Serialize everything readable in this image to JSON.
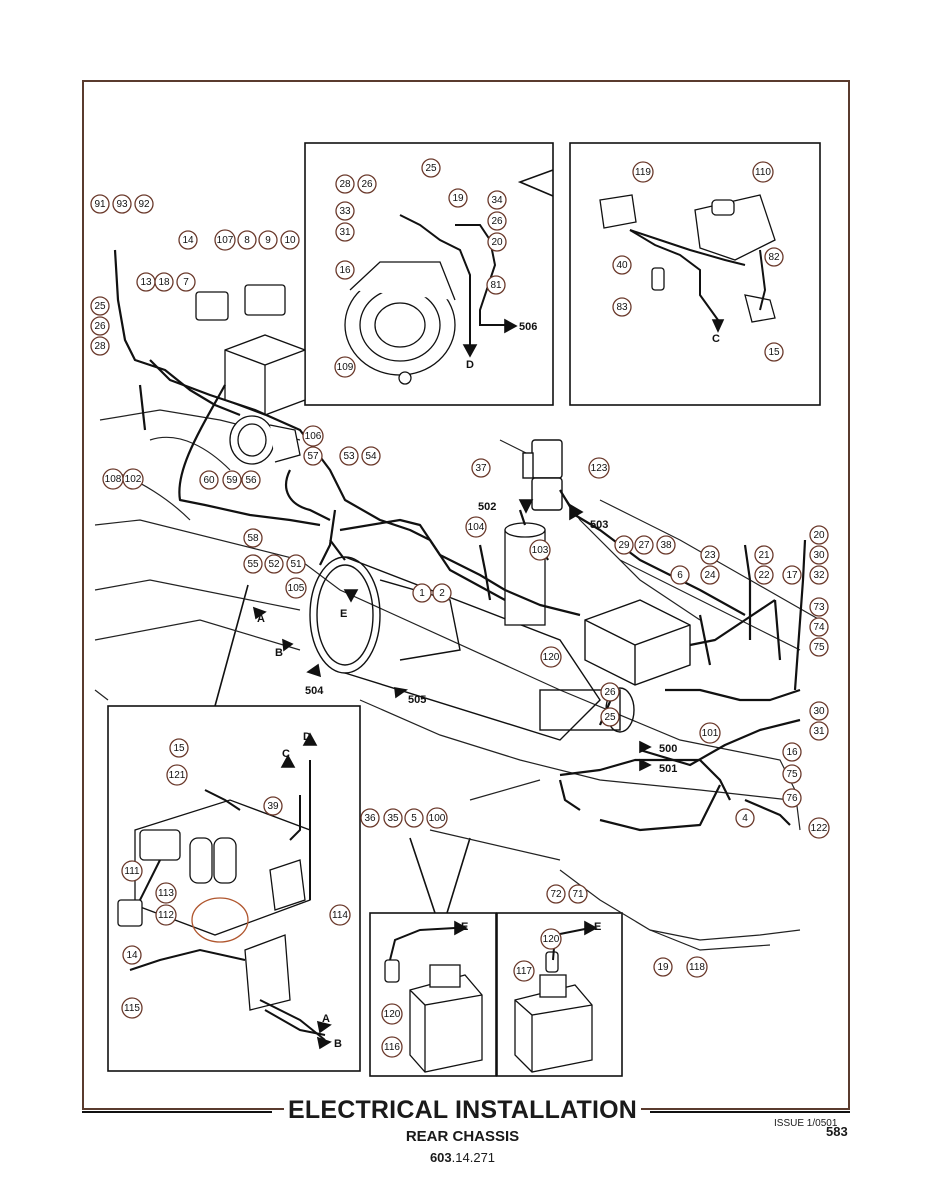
{
  "title": "ELECTRICAL INSTALLATION",
  "subtitle": "REAR CHASSIS",
  "ref_bold": "603",
  "ref_rest": ".14.271",
  "issue": "ISSUE 1/0501",
  "page_number": "583",
  "colors": {
    "frame": "#5a3b2e",
    "callout_ring": "#6b3a2c",
    "line": "#111111"
  },
  "callouts": [
    {
      "label": "25"
    },
    {
      "label": "28"
    },
    {
      "label": "26"
    },
    {
      "label": "19"
    },
    {
      "label": "34"
    },
    {
      "label": "33"
    },
    {
      "label": "26"
    },
    {
      "label": "31"
    },
    {
      "label": "20"
    },
    {
      "label": "16"
    },
    {
      "label": "81"
    },
    {
      "label": "109"
    },
    {
      "label": "119"
    },
    {
      "label": "110"
    },
    {
      "label": "40"
    },
    {
      "label": "82"
    },
    {
      "label": "83"
    },
    {
      "label": "15"
    },
    {
      "label": "91"
    },
    {
      "label": "93"
    },
    {
      "label": "92"
    },
    {
      "label": "14"
    },
    {
      "label": "107"
    },
    {
      "label": "8"
    },
    {
      "label": "9"
    },
    {
      "label": "10"
    },
    {
      "label": "13"
    },
    {
      "label": "18"
    },
    {
      "label": "7"
    },
    {
      "label": "25"
    },
    {
      "label": "26"
    },
    {
      "label": "28"
    },
    {
      "label": "106"
    },
    {
      "label": "57"
    },
    {
      "label": "53"
    },
    {
      "label": "54"
    },
    {
      "label": "60"
    },
    {
      "label": "59"
    },
    {
      "label": "56"
    },
    {
      "label": "108"
    },
    {
      "label": "102"
    },
    {
      "label": "58"
    },
    {
      "label": "55"
    },
    {
      "label": "52"
    },
    {
      "label": "51"
    },
    {
      "label": "105"
    },
    {
      "label": "37"
    },
    {
      "label": "123"
    },
    {
      "label": "104"
    },
    {
      "label": "103"
    },
    {
      "label": "29"
    },
    {
      "label": "27"
    },
    {
      "label": "38"
    },
    {
      "label": "1"
    },
    {
      "label": "2"
    },
    {
      "label": "6"
    },
    {
      "label": "23"
    },
    {
      "label": "24"
    },
    {
      "label": "21"
    },
    {
      "label": "22"
    },
    {
      "label": "17"
    },
    {
      "label": "20"
    },
    {
      "label": "30"
    },
    {
      "label": "32"
    },
    {
      "label": "73"
    },
    {
      "label": "74"
    },
    {
      "label": "75"
    },
    {
      "label": "120"
    },
    {
      "label": "26"
    },
    {
      "label": "25"
    },
    {
      "label": "30"
    },
    {
      "label": "31"
    },
    {
      "label": "16"
    },
    {
      "label": "101"
    },
    {
      "label": "75"
    },
    {
      "label": "76"
    },
    {
      "label": "4"
    },
    {
      "label": "122"
    },
    {
      "label": "36"
    },
    {
      "label": "35"
    },
    {
      "label": "5"
    },
    {
      "label": "100"
    },
    {
      "label": "72"
    },
    {
      "label": "71"
    },
    {
      "label": "19"
    },
    {
      "label": "118"
    },
    {
      "label": "15"
    },
    {
      "label": "121"
    },
    {
      "label": "39"
    },
    {
      "label": "111"
    },
    {
      "label": "113"
    },
    {
      "label": "112"
    },
    {
      "label": "114"
    },
    {
      "label": "14"
    },
    {
      "label": "115"
    },
    {
      "label": "120"
    },
    {
      "label": "116"
    },
    {
      "label": "120"
    },
    {
      "label": "117"
    }
  ],
  "arrow_labels": [
    {
      "text": "506"
    },
    {
      "text": "D"
    },
    {
      "text": "C"
    },
    {
      "text": "502"
    },
    {
      "text": "503"
    },
    {
      "text": "A"
    },
    {
      "text": "B"
    },
    {
      "text": "E"
    },
    {
      "text": "504"
    },
    {
      "text": "505"
    },
    {
      "text": "500"
    },
    {
      "text": "501"
    },
    {
      "text": "D"
    },
    {
      "text": "C"
    },
    {
      "text": "A"
    },
    {
      "text": "B"
    },
    {
      "text": "E"
    },
    {
      "text": "E"
    }
  ]
}
